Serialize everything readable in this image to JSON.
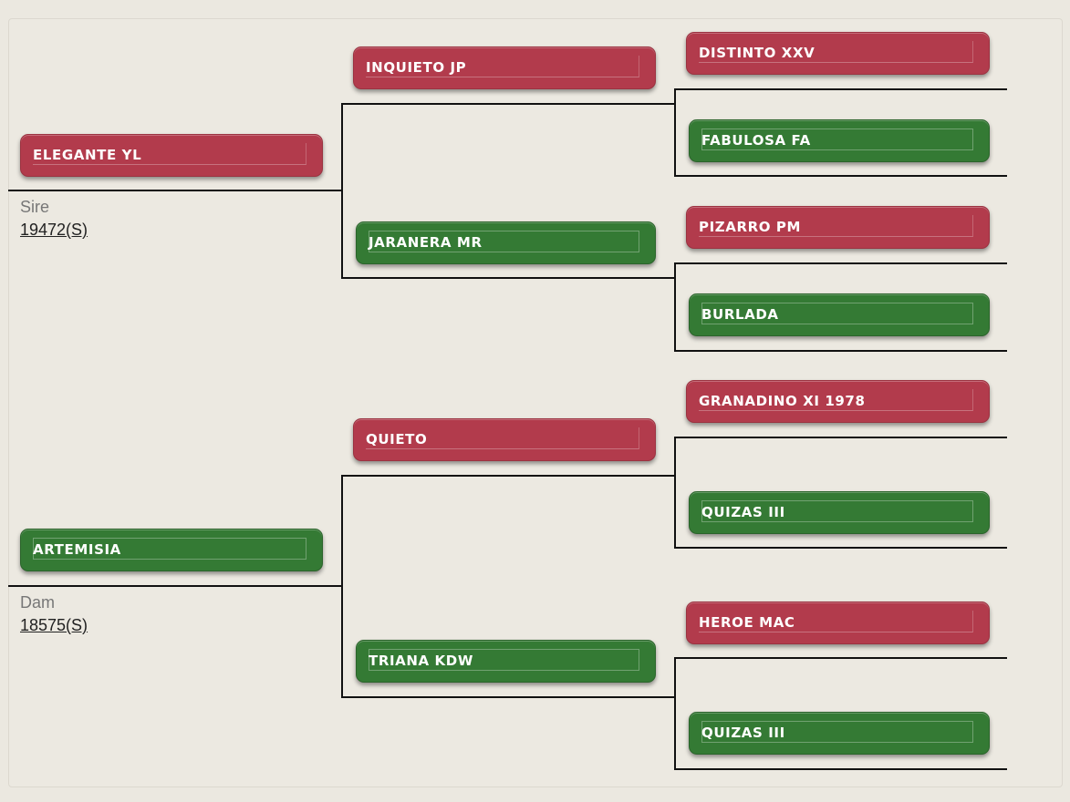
{
  "sire": {
    "name": "ELEGANTE YL",
    "role": "Sire",
    "registration": "19472(S)"
  },
  "dam": {
    "name": "ARTEMISIA",
    "role": "Dam",
    "registration": "18575(S)"
  },
  "grandparents": {
    "sire_sire": "INQUIETO JP",
    "sire_dam": "JARANERA MR",
    "dam_sire": "QUIETO",
    "dam_dam": "TRIANA KDW"
  },
  "great_grandparents": {
    "g1": "DISTINTO XXV",
    "g2": "FABULOSA FA",
    "g3": "PIZARRO PM",
    "g4": "BURLADA",
    "g5": "GRANADINO XI 1978",
    "g6": "QUIZAS III",
    "g7": "HEROE MAC",
    "g8": "QUIZAS III"
  },
  "colors": {
    "male": "#b23b4c",
    "female": "#347a34",
    "background": "#ebe8e0"
  }
}
